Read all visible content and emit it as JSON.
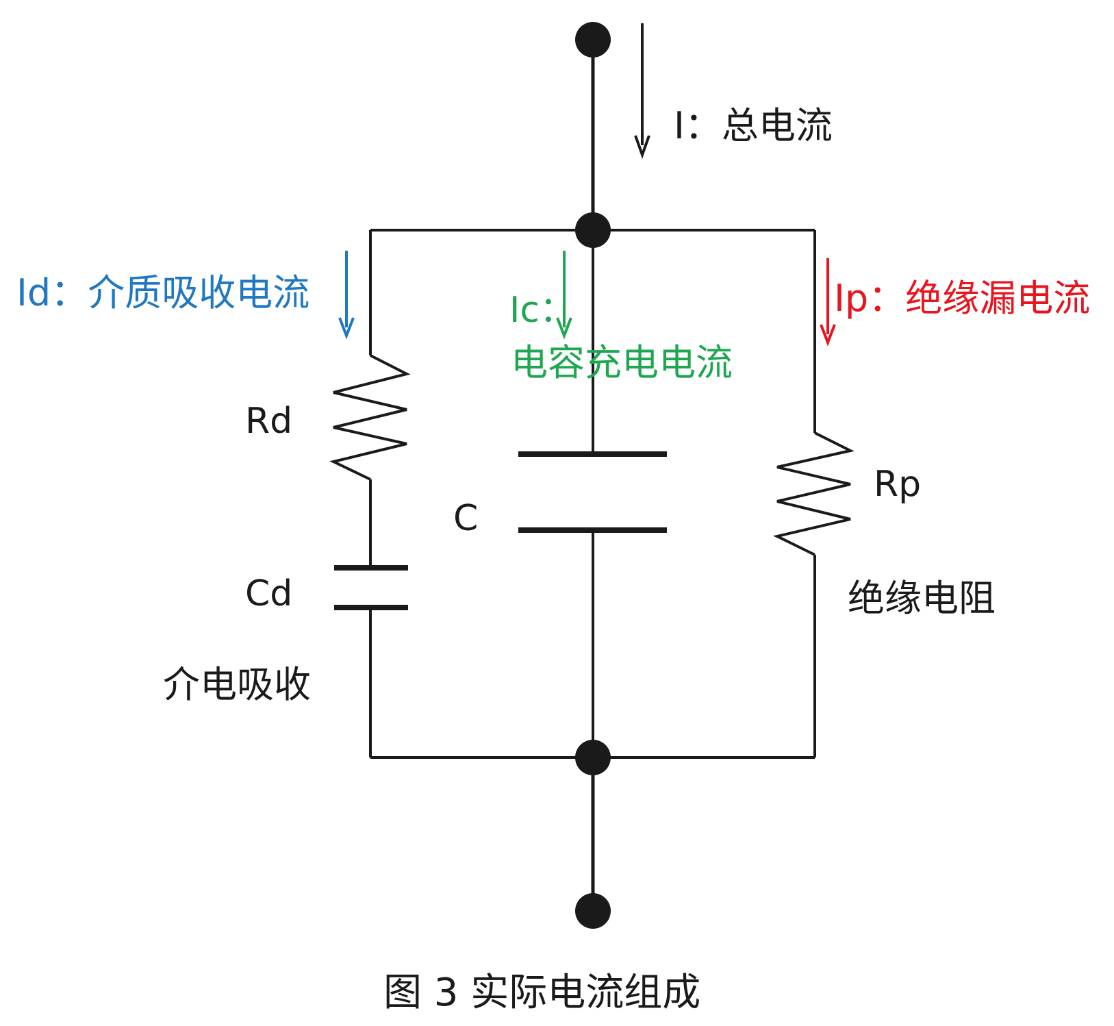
{
  "colors": {
    "wire": "#1a1a1a",
    "id_blue": "#1f78c1",
    "ic_green": "#1ea750",
    "ip_red": "#e8141e"
  },
  "labels": {
    "total_current": "I：总电流",
    "id_current": "Id：介质吸收电流",
    "ic_prefix": "Ic：",
    "ic_current": "电容充电电流",
    "ip_current": "Ip：绝缘漏电流",
    "rd": "Rd",
    "cd": "Cd",
    "dielectric_absorption": "介电吸收",
    "c": "C",
    "rp": "Rp",
    "insulation_resistance": "绝缘电阻",
    "caption": "图 3  实际电流组成"
  }
}
